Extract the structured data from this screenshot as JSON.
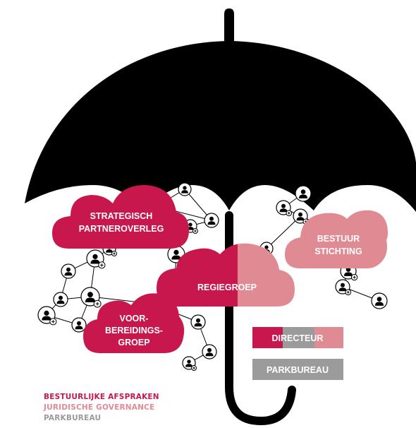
{
  "colors": {
    "crimson": "#c8174d",
    "pink": "#e08b94",
    "gray": "#9b9b9b",
    "black": "#000000",
    "white": "#ffffff"
  },
  "clouds": {
    "strategisch": {
      "lines": [
        "STRATEGISCH",
        "PARTNEROVERLEG"
      ],
      "color": "crimson"
    },
    "bestuur": {
      "lines": [
        "BESTUUR",
        "STICHTING"
      ],
      "color": "pink"
    },
    "regiegroep": {
      "label": "REGIEGROEP",
      "colors": [
        "crimson",
        "pink"
      ]
    },
    "voorbereidings": {
      "lines": [
        "VOOR-",
        "BEREIDINGS-",
        "GROEP"
      ],
      "color": "crimson"
    }
  },
  "boxes": {
    "directeur": {
      "label": "DIRECTEUR",
      "colors": [
        "crimson",
        "gray",
        "pink"
      ]
    },
    "parkbureau": {
      "label": "PARKBUREAU",
      "color": "gray"
    }
  },
  "legend": {
    "items": [
      {
        "label": "BESTUURLIJKE AFSPRAKEN",
        "color": "#c8174d"
      },
      {
        "label": "JURIDISCHE GOVERNANCE",
        "color": "#e08b94"
      },
      {
        "label": "PARKBUREAU",
        "color": "#9b9b9b"
      }
    ]
  }
}
